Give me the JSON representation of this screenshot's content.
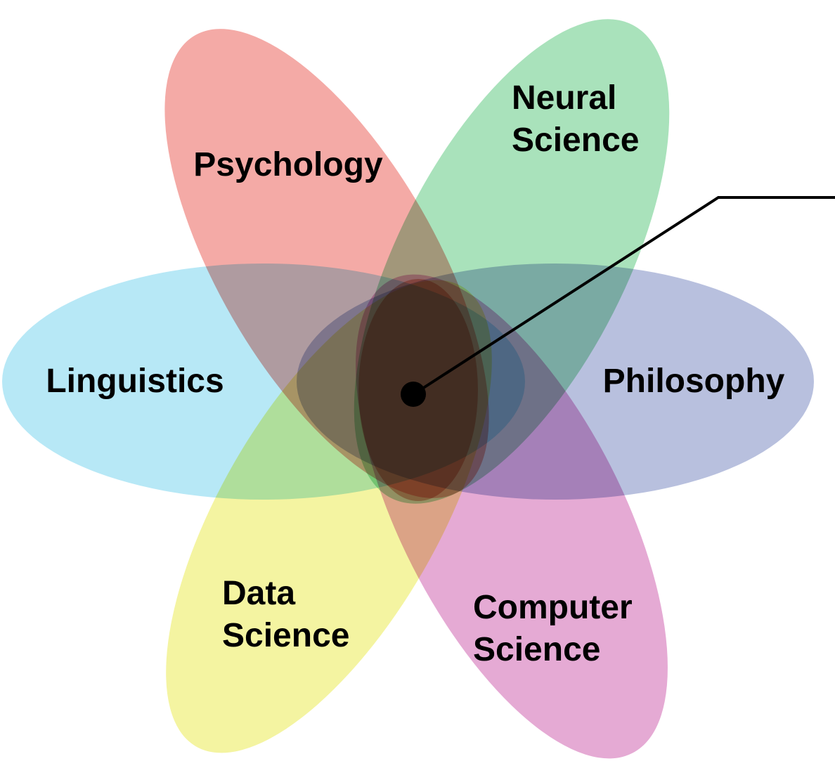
{
  "diagram": {
    "petals": [
      {
        "id": "psychology",
        "lines": [
          "Psychology"
        ],
        "color": "#f4aaa6"
      },
      {
        "id": "neural-science",
        "lines": [
          "Neural",
          "Science"
        ],
        "color": "#a9e2bb"
      },
      {
        "id": "linguistics",
        "lines": [
          "Linguistics"
        ],
        "color": "#b7e8f6"
      },
      {
        "id": "philosophy",
        "lines": [
          "Philosophy"
        ],
        "color": "#b8c0de"
      },
      {
        "id": "data-science",
        "lines": [
          "Data",
          "Science"
        ],
        "color": "#f4f4a1"
      },
      {
        "id": "computer-science",
        "lines": [
          "Computer",
          "Science"
        ],
        "color": "#e5aad4"
      }
    ],
    "center_blob_color": "#d26a4c",
    "pointer_color": "#000000"
  }
}
